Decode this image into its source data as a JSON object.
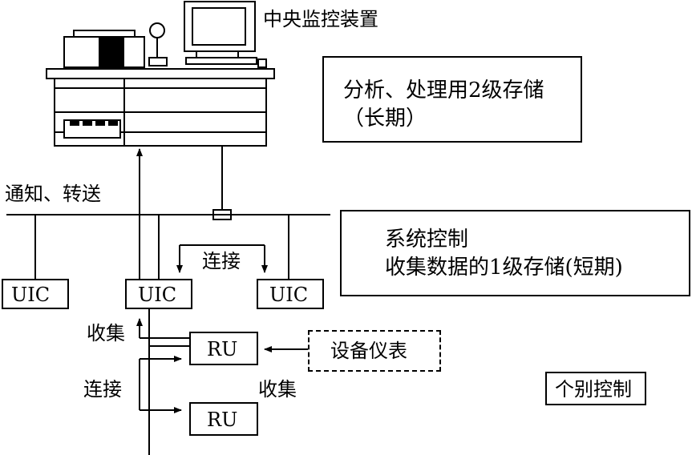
{
  "labels": {
    "central_monitor": "中央监控装置",
    "notify_transfer": "通知、转送",
    "connect_top": "连接",
    "collect_left": "收集",
    "connect_left": "连接",
    "collect_mid": "收集"
  },
  "nodes": {
    "uic_left": "UIC",
    "uic_center": "UIC",
    "uic_right": "UIC",
    "ru_top": "RU",
    "ru_bottom": "RU",
    "equipment": "设备仪表"
  },
  "notes": {
    "storage_line1": "分析、处理用2级存储",
    "storage_line2": "（长期）",
    "system_line1": "系统控制",
    "system_line2": "收集数据的1级存储(短期)",
    "individual": "个别控制"
  }
}
